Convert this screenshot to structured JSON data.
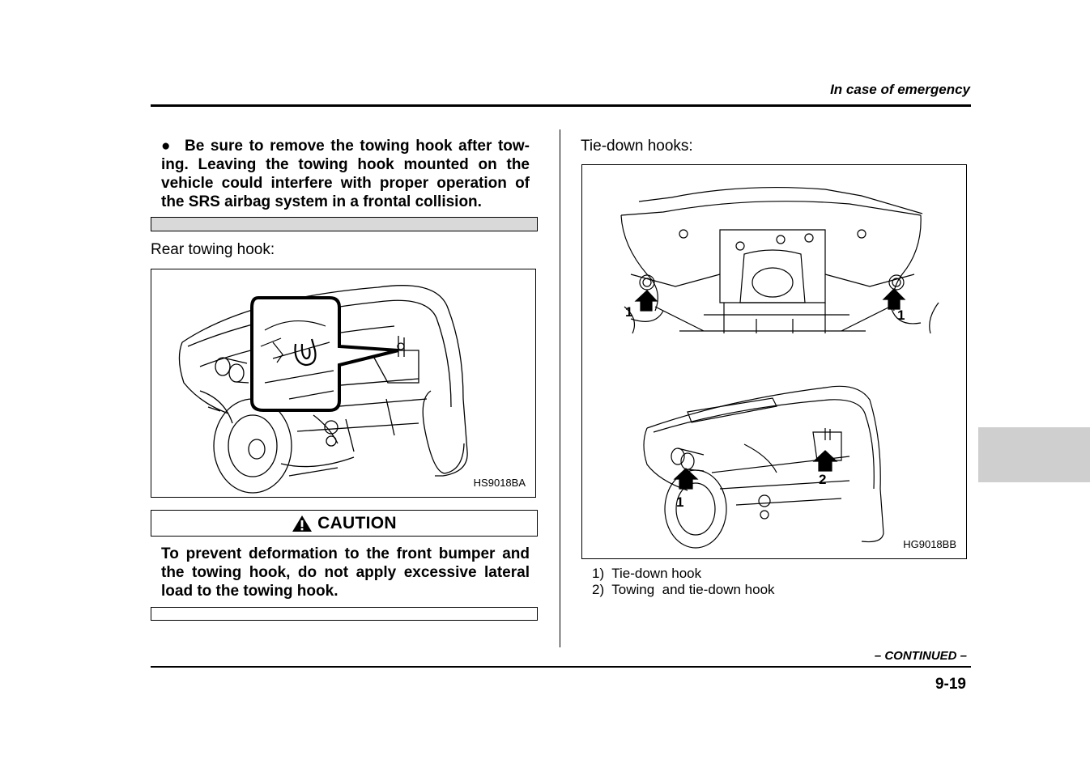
{
  "header": {
    "section_title": "In case of emergency"
  },
  "left_column": {
    "warning_bullet": "●",
    "warning_text": "Be sure to remove the towing hook after tow-ing. Leaving the towing hook mounted on the vehicle could interfere with proper operation of the SRS airbag system in a frontal collision.",
    "rear_towing_label": "Rear towing hook:",
    "rear_figure_code": "HS9018BA",
    "caution": {
      "label": "CAUTION",
      "icon": "warning-triangle-icon",
      "text": "To prevent deformation to the front bumper and the towing hook, do not apply excessive lateral load to the towing hook."
    }
  },
  "right_column": {
    "tie_down_label": "Tie-down hooks:",
    "tie_figure_code": "HG9018BB",
    "callouts": {
      "one": "1",
      "two": "2"
    },
    "legend": [
      "1)  Tie-down hook",
      "2)  Towing  and tie-down hook"
    ]
  },
  "footer": {
    "continued": "– CONTINUED –",
    "page_number": "9-19"
  },
  "colors": {
    "tab_gray": "#cfcfcf",
    "bar_gray": "#d9d9d9"
  }
}
